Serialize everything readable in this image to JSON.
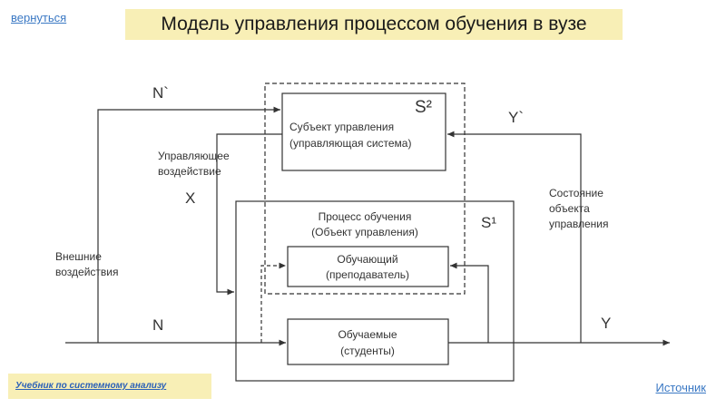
{
  "nav": {
    "back_label": "вернуться",
    "textbook_label": "Учебник по системному анализу",
    "source_label": "Источник"
  },
  "title": "Модель управления процессом обучения в вузе",
  "diagram": {
    "n_prime": "N`",
    "y_prime": "Y`",
    "n": "N",
    "y": "Y",
    "x": "X",
    "s2": "S²",
    "s1": "S¹",
    "subject_line1": "Субъект управления",
    "subject_line2": "(управляющая система)",
    "process_line1": "Процесс обучения",
    "process_line2": "(Объект управления)",
    "teacher_line1": "Обучающий",
    "teacher_line2": "(преподаватель)",
    "students_line1": "Обучаемые",
    "students_line2": "(студенты)",
    "control_line1": "Управляющее",
    "control_line2": "воздействие",
    "external_line1": "Внешние",
    "external_line2": "воздействия",
    "state_line1": "Состояние",
    "state_line2": "объекта",
    "state_line3": "управления"
  }
}
